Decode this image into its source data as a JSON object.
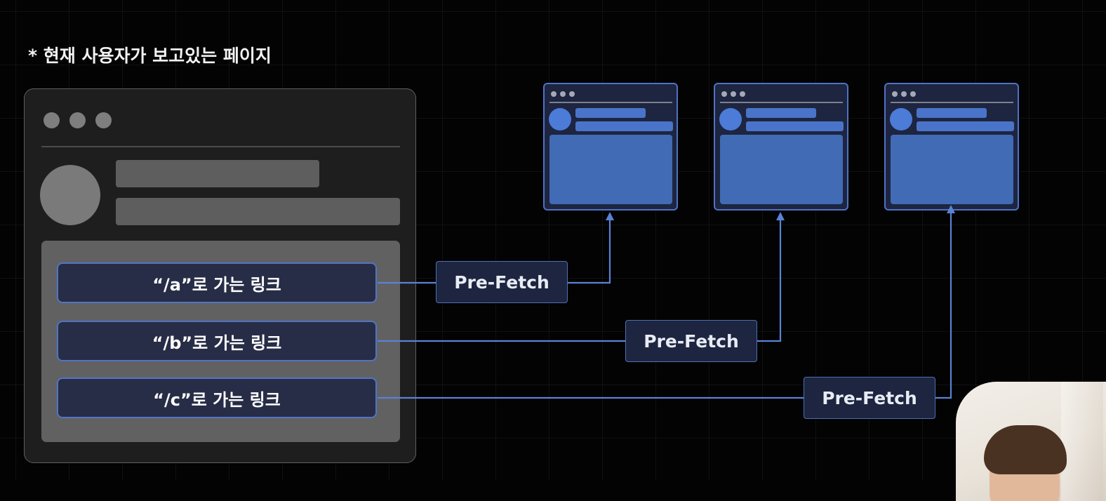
{
  "heading": "* 현재 사용자가 보고있는 페이지",
  "current_page": {
    "links": [
      {
        "label": "“/a”로 가는 링크"
      },
      {
        "label": "“/b”로 가는 링크"
      },
      {
        "label": "“/c”로 가는 링크"
      }
    ]
  },
  "prefetch": [
    {
      "label": "Pre-Fetch"
    },
    {
      "label": "Pre-Fetch"
    },
    {
      "label": "Pre-Fetch"
    }
  ],
  "colors": {
    "background": "#030303",
    "accent": "#5a82d6",
    "link_fill": "#272d46",
    "window_fill": "#1e1e1e",
    "mini_page_fill": "#416bb4"
  }
}
